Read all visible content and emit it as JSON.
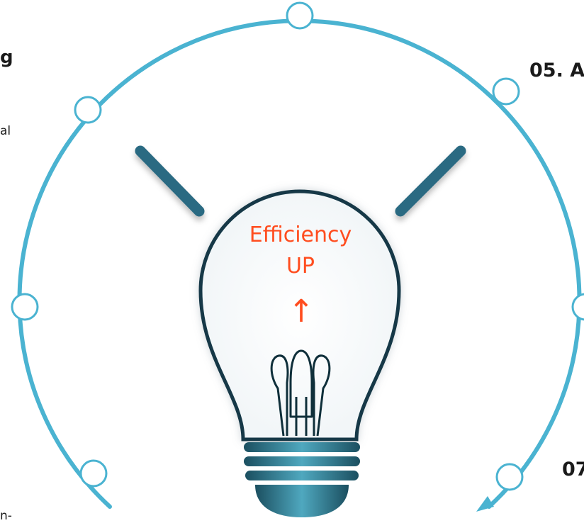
{
  "center": {
    "line1": "Efficiency",
    "line2": "UP",
    "arrow": "↑"
  },
  "labels": {
    "top_right": "05. A",
    "bottom_right": "07",
    "left_fragment_1": "g",
    "left_fragment_2": "al",
    "left_fragment_3": "n-"
  },
  "icons": {
    "main": "lightbulb-icon",
    "arc": "circular-dial-arc",
    "nodes": "circle-node-icon",
    "arrowhead": "arrow-down-left-icon"
  },
  "colors": {
    "arc": "#4ab3d1",
    "ray_dark": "#1e4f63",
    "ray_light": "#5fb0c6",
    "bulb_outline": "#123947",
    "accent_text": "#ff4d1f",
    "base_dark": "#1b4f60",
    "base_light": "#4fa8bf"
  }
}
